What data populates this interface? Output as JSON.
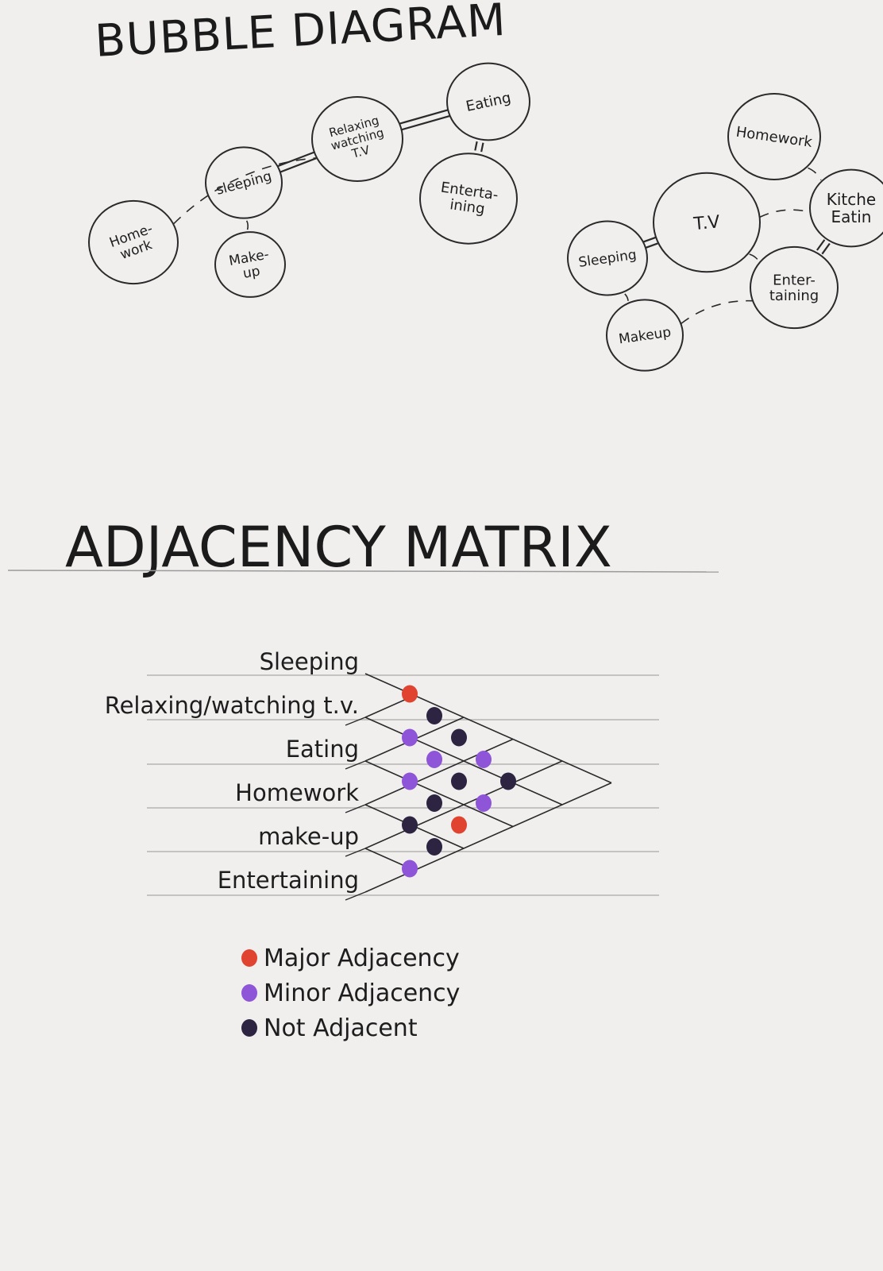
{
  "titles": {
    "bubble_diagram": "BUBBLE DIAGRAM",
    "adjacency_matrix": "ADJACENCY MATRIX"
  },
  "diagram1": {
    "bubbles": [
      {
        "id": "homework",
        "lines": [
          "Home-",
          "work"
        ]
      },
      {
        "id": "sleeping",
        "lines": [
          "sleeping"
        ]
      },
      {
        "id": "makeup",
        "lines": [
          "Make-",
          "up"
        ]
      },
      {
        "id": "relaxing",
        "lines": [
          "Relaxing",
          "watching",
          "T.V"
        ]
      },
      {
        "id": "eating",
        "lines": [
          "Eating"
        ]
      },
      {
        "id": "entertaining",
        "lines": [
          "Enterta-",
          "ining"
        ]
      }
    ],
    "connections": [
      {
        "from": "sleeping",
        "to": "relaxing",
        "type": "major"
      },
      {
        "from": "relaxing",
        "to": "eating",
        "type": "major"
      },
      {
        "from": "eating",
        "to": "entertaining",
        "type": "major"
      },
      {
        "from": "homework",
        "to": "relaxing",
        "type": "minor"
      },
      {
        "from": "sleeping",
        "to": "makeup",
        "type": "minor"
      }
    ]
  },
  "diagram2": {
    "bubbles": [
      {
        "id": "homework",
        "lines": [
          "Homework"
        ]
      },
      {
        "id": "tv",
        "lines": [
          "T.V"
        ]
      },
      {
        "id": "kitchen",
        "lines": [
          "Kitche",
          "Eatin"
        ]
      },
      {
        "id": "sleeping",
        "lines": [
          "Sleeping"
        ]
      },
      {
        "id": "entertaining",
        "lines": [
          "Enter-",
          "taining"
        ]
      },
      {
        "id": "makeup",
        "lines": [
          "Makeup"
        ]
      }
    ],
    "connections": [
      {
        "from": "sleeping",
        "to": "tv",
        "type": "major"
      },
      {
        "from": "entertaining",
        "to": "kitchen",
        "type": "major"
      },
      {
        "from": "tv",
        "to": "kitchen",
        "type": "minor"
      },
      {
        "from": "homework",
        "to": "kitchen",
        "type": "minor"
      },
      {
        "from": "sleeping",
        "to": "makeup",
        "type": "minor"
      },
      {
        "from": "makeup",
        "to": "entertaining",
        "type": "minor"
      },
      {
        "from": "tv",
        "to": "entertaining",
        "type": "minor"
      }
    ]
  },
  "matrix": {
    "rows": [
      "Sleeping",
      "Relaxing/watching t.v.",
      "Eating",
      "Homework",
      "make-up",
      "Entertaining"
    ],
    "cells": [
      {
        "a": 0,
        "b": 1,
        "level": "major"
      },
      {
        "a": 1,
        "b": 2,
        "level": "minor"
      },
      {
        "a": 2,
        "b": 3,
        "level": "minor"
      },
      {
        "a": 3,
        "b": 4,
        "level": "not"
      },
      {
        "a": 4,
        "b": 5,
        "level": "minor"
      },
      {
        "a": 0,
        "b": 2,
        "level": "not"
      },
      {
        "a": 1,
        "b": 3,
        "level": "minor"
      },
      {
        "a": 2,
        "b": 4,
        "level": "not"
      },
      {
        "a": 3,
        "b": 5,
        "level": "not"
      },
      {
        "a": 0,
        "b": 3,
        "level": "not"
      },
      {
        "a": 1,
        "b": 4,
        "level": "not"
      },
      {
        "a": 2,
        "b": 5,
        "level": "major"
      },
      {
        "a": 0,
        "b": 4,
        "level": "minor"
      },
      {
        "a": 1,
        "b": 5,
        "level": "minor"
      },
      {
        "a": 0,
        "b": 5,
        "level": "not"
      }
    ]
  },
  "legend": [
    {
      "level": "major",
      "label": "Major Adjacency",
      "color": "#e0432f"
    },
    {
      "level": "minor",
      "label": "Minor Adjacency",
      "color": "#8f55d9"
    },
    {
      "level": "not",
      "label": "Not Adjacent",
      "color": "#2c2440"
    }
  ]
}
